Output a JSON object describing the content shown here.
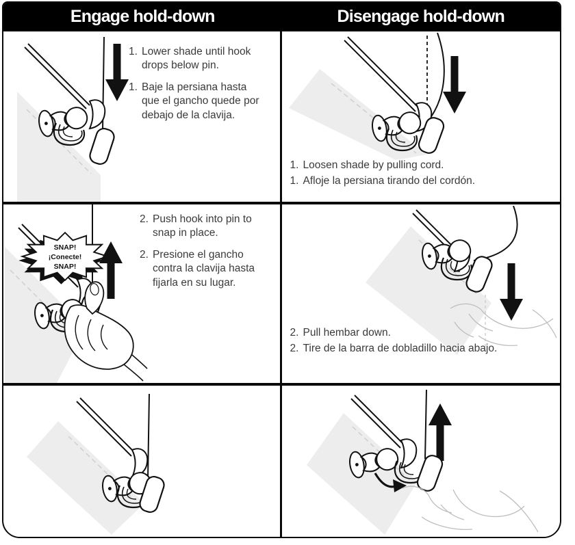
{
  "header": {
    "engage_title": "Engage hold-down",
    "disengage_title": "Disengage hold-down"
  },
  "engage": {
    "step1": {
      "items": [
        {
          "num": "1.",
          "text": "Lower shade until hook drops below pin."
        },
        {
          "num": "1.",
          "text": "Baje la persiana hasta que el gancho quede por debajo de la clavija."
        }
      ]
    },
    "step2": {
      "items": [
        {
          "num": "2.",
          "text": "Push hook into pin to snap in place."
        },
        {
          "num": "2.",
          "text": "Presione el gancho contra la clavija hasta fijarla en su lugar."
        }
      ],
      "snap_burst": {
        "line1": "SNAP!",
        "line2": "¡Conecte!",
        "line3": "SNAP!"
      }
    }
  },
  "disengage": {
    "step1": {
      "items": [
        {
          "num": "1.",
          "text": "Loosen shade by pulling cord."
        },
        {
          "num": "1.",
          "text": "Afloje la persiana tirando del cordón."
        }
      ]
    },
    "step2": {
      "items": [
        {
          "num": "2.",
          "text": "Pull hembar down."
        },
        {
          "num": "2.",
          "text": "Tire de la barra de dobladillo hacia abajo."
        }
      ]
    }
  },
  "colors": {
    "header_bg": "#000000",
    "header_text": "#ffffff",
    "line": "#111111",
    "shadow_fill": "#ededed",
    "faint_hand": "#bdbdbd"
  }
}
